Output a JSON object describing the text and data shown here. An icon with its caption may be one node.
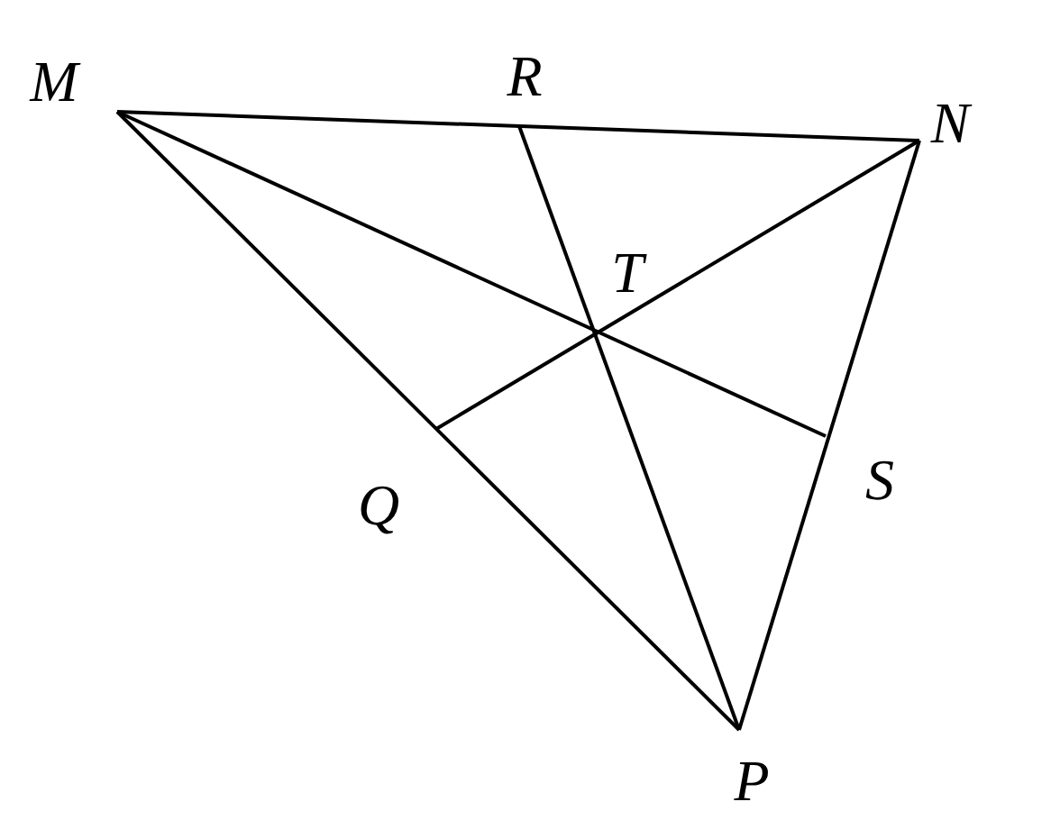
{
  "diagram": {
    "labels": [
      "M",
      "R",
      "N",
      "T",
      "Q",
      "S",
      "P"
    ]
  }
}
